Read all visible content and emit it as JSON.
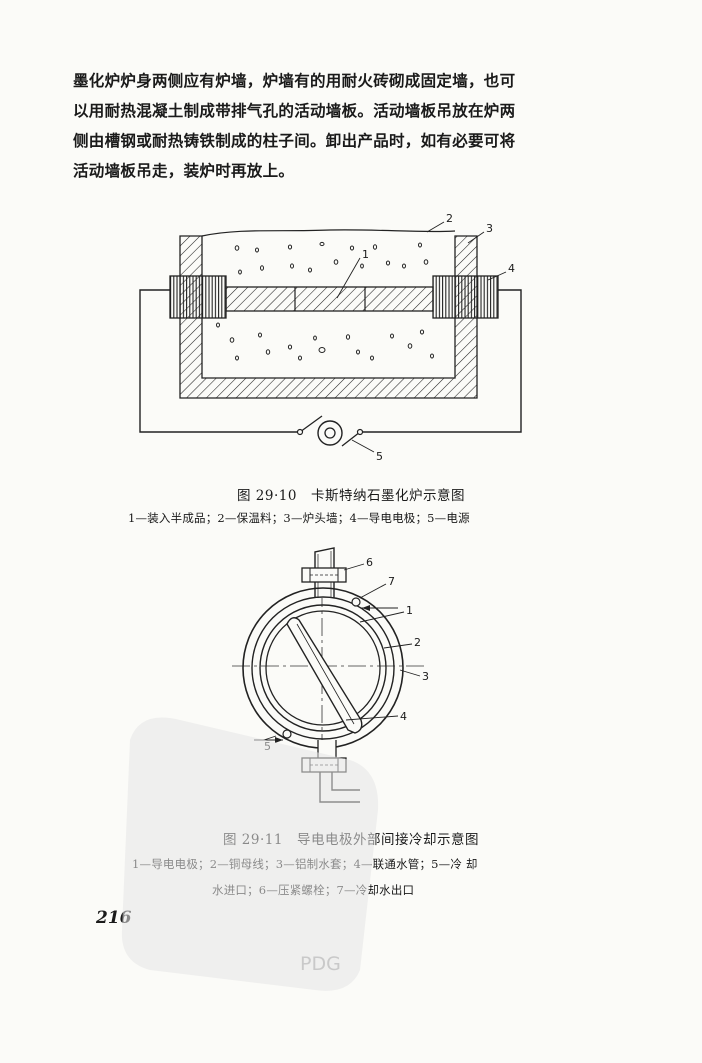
{
  "paragraph": {
    "lines": [
      "墨化炉炉身两侧应有炉墙，炉墙有的用耐火砖砌成固定墙，也可",
      "以用耐热混凝土制成带排气孔的活动墙板。活动墙板吊放在炉两",
      "侧由槽钢或耐热铸铁制成的柱子间。卸出产品时，如有必要可将",
      "活动墙板吊走，装炉时再放上。"
    ]
  },
  "figure1": {
    "title": "图 29·10　卡斯特纳石墨化炉示意图",
    "legend": "1—装入半成品；2—保温料；3—炉头墙；4—导电电极；5—电源",
    "labels": {
      "l1": "1",
      "l2": "2",
      "l3": "3",
      "l4": "4",
      "l5": "5"
    }
  },
  "figure2": {
    "title": "图 29·11　导电电极外部间接冷却示意图",
    "legend_line1": "1—导电电极；2—铜母线；3—铝制水套；4—联通水管；5—冷 却",
    "legend_line2": "水进口；6—压紧螺栓；7—冷却水出口",
    "labels": {
      "l1": "1",
      "l2": "2",
      "l3": "3",
      "l4": "4",
      "l5": "5",
      "l6": "6",
      "l7": "7"
    }
  },
  "page_number": "216",
  "watermark": {
    "text": "PDG"
  }
}
